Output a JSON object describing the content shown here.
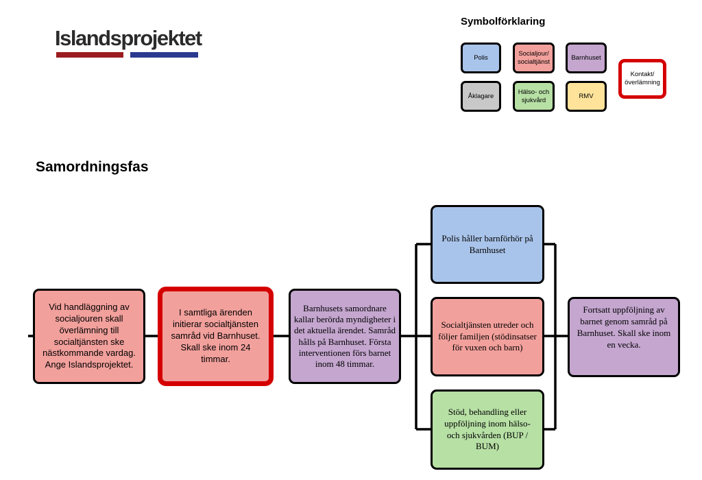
{
  "colors": {
    "polis": "#a9c4ea",
    "social": "#f2a09c",
    "barnhuset": "#c4a6cf",
    "aklagare": "#c8c8c8",
    "halso": "#b7e0a5",
    "rmv": "#ffe39b",
    "contact_border": "#d40000",
    "logo_red": "#9b1c1f",
    "logo_blue": "#2b3a8f"
  },
  "logo": {
    "text": "Islandsprojektet"
  },
  "legend": {
    "title": "Symbolförklaring",
    "items": [
      {
        "label": "Polis",
        "color": "polis"
      },
      {
        "label": "Socialjour/ socialtjänst",
        "color": "social"
      },
      {
        "label": "Barnhuset",
        "color": "barnhuset"
      },
      {
        "label": "Kontakt/ överlämning",
        "color": "contact"
      },
      {
        "label": "Åklagare",
        "color": "aklagare"
      },
      {
        "label": "Hälso- och sjukvård",
        "color": "halso"
      },
      {
        "label": "RMV",
        "color": "rmv"
      }
    ]
  },
  "section_title": "Samordningsfas",
  "flow": {
    "step1": "Vid handläggning av socialjouren skall överlämning till socialtjänsten ske nästkommande vardag. Ange Islandsprojektet.",
    "step2": "I samtliga ärenden initierar socialtjänsten samråd vid Barnhuset. Skall ske inom 24 timmar.",
    "step3": "Barnhusets samordnare kallar berörda myndigheter i det aktuella ärendet. Samråd hålls på Barnhuset. Första interventionen förs barnet inom 48 timmar.",
    "branch_polis": "Polis håller barnförhör på Barnhuset",
    "branch_social": "Socialtjänsten utreder och följer familjen (stödinsatser för vuxen och barn)",
    "branch_halso": "Stöd, behandling eller uppföljning inom hälso- och sjukvården (BUP / BUM)",
    "final": "Fortsatt uppföljning av barnet genom samråd på Barnhuset. Skall ske inom en vecka."
  }
}
